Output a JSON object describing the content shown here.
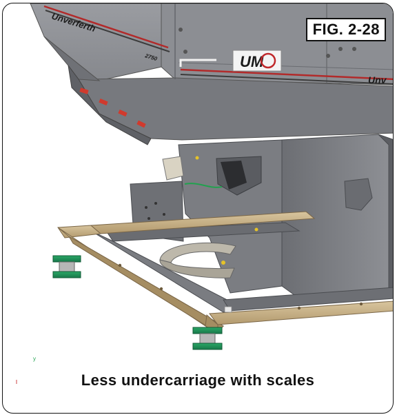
{
  "figure": {
    "label": "FIG. 2-28",
    "caption": "Less undercarriage with scales"
  },
  "decals": {
    "brand_left": "Unverferth",
    "brand_right": "Unv",
    "model_small": "2750",
    "logo": "UM"
  },
  "colors": {
    "hopper_gray": "#7f8186",
    "frame_tan": "#c9b48c",
    "scale_green": "#1f8f55",
    "stripe_red": "#b22a2a"
  }
}
